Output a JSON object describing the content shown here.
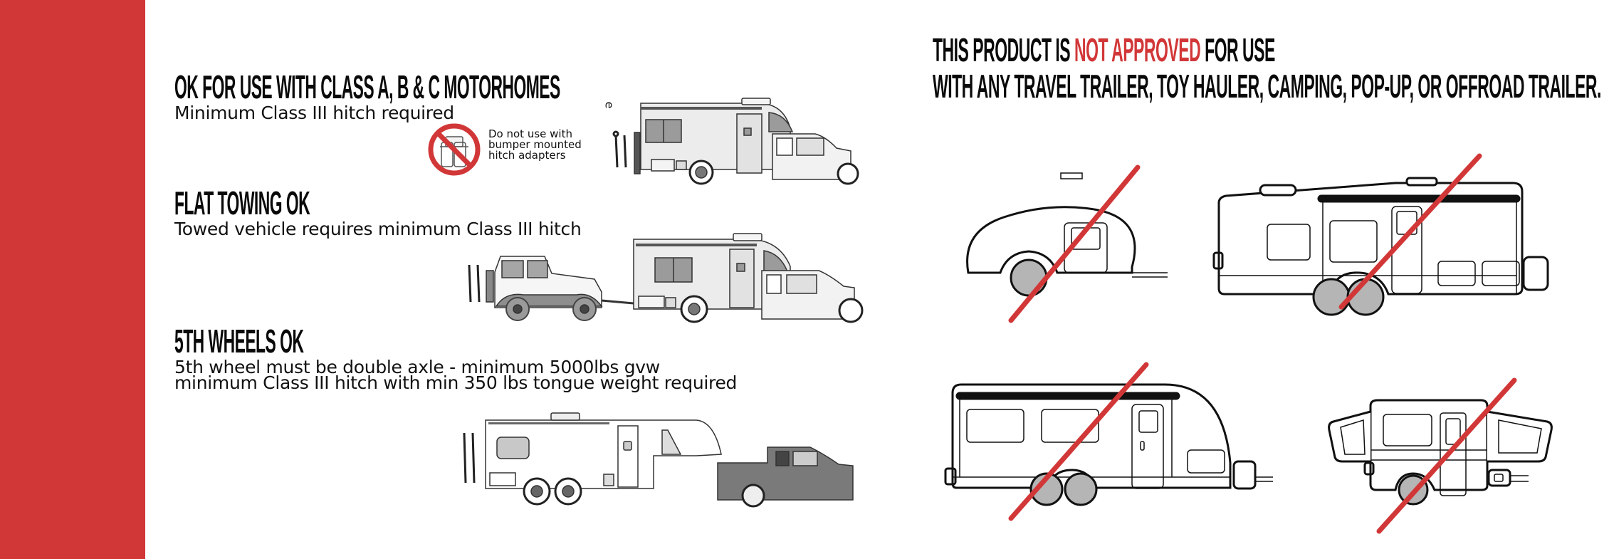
{
  "brand_colors": {
    "accent_red": "#D23738",
    "text": "#111111",
    "wheel_gray": "#B5B5B5",
    "rv_fill": "#E6E6E6",
    "rv_window": "#9B9B9B"
  },
  "left_panel": {
    "sections": [
      {
        "heading": "OK FOR USE WITH CLASS A, B & C MOTORHOMES",
        "lines": [
          "Minimum Class III hitch required"
        ],
        "illustration": "class-c-motorhome-with-bike-rack"
      },
      {
        "heading": "FLAT TOWING OK",
        "lines": [
          "Towed vehicle requires minimum Class III hitch"
        ],
        "illustration": "motorhome-flat-towing-jeep-with-bike-rack"
      },
      {
        "heading": "5TH WHEELS OK",
        "lines": [
          "5th wheel must be double axle - minimum 5000lbs gvw",
          "minimum Class III hitch with min 350 lbs tongue weight required"
        ],
        "illustration": "fifth-wheel-trailer-with-bike-rack"
      }
    ],
    "warning": {
      "icon": "prohibited-bumper-hitch-adapter-icon",
      "lines": [
        "Do not use with",
        "bumper mounted",
        "hitch adapters"
      ]
    },
    "stray_glyph": "e"
  },
  "right_panel": {
    "title_line1_prefix": "THIS PRODUCT IS ",
    "title_line1_highlight": "NOT APPROVED",
    "title_line1_suffix": " FOR USE",
    "title_line2": "WITH ANY TRAVEL TRAILER, TOY HAULER, CAMPING, POP-UP, OR OFFROAD TRAILER.",
    "prohibited_items": [
      {
        "name": "teardrop-camping-trailer",
        "status": "not-approved"
      },
      {
        "name": "toy-hauler-trailer",
        "status": "not-approved"
      },
      {
        "name": "travel-trailer",
        "status": "not-approved"
      },
      {
        "name": "pop-up-camper",
        "status": "not-approved"
      }
    ]
  }
}
